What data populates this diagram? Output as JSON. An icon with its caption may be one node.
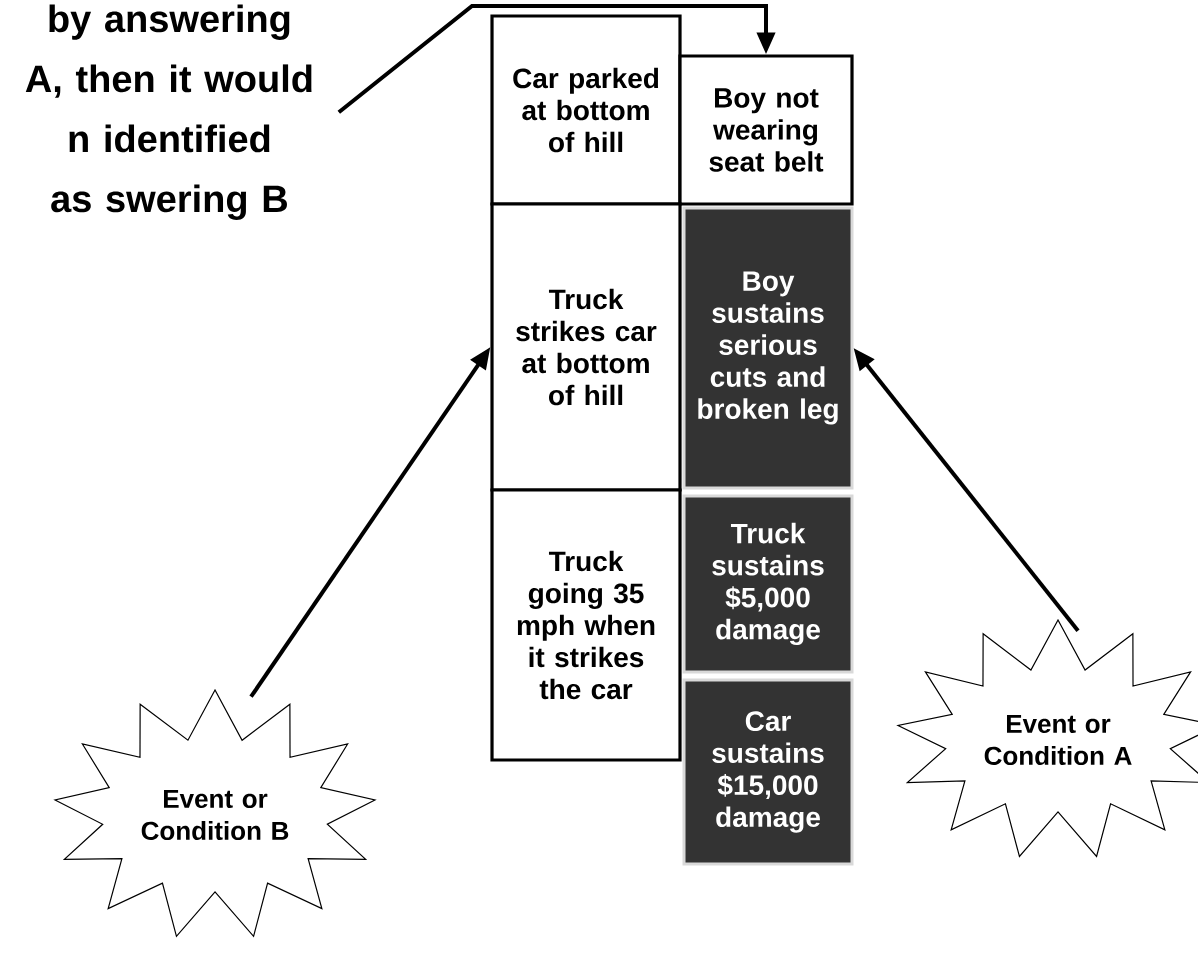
{
  "diagram": {
    "nodes": [
      {
        "text": [
          "by answering A, then it would n identified as swering B"
        ]
      },
      {
        "text": [
          "Car parked at bottom of hill"
        ]
      },
      {
        "text": [
          "Boy not wearing seat belt"
        ]
      },
      {
        "text": [
          "Truck strikes car at bottom of hill"
        ]
      },
      {
        "text": [
          "Boy sustains serious cuts and broken leg"
        ]
      },
      {
        "text": [
          "Truck going 35 mph when it strikes the car"
        ]
      },
      {
        "text": [
          "Truck sustains $5,000 damage"
        ]
      },
      {
        "text": [
          "Car sustains $15,000 damage"
        ]
      },
      {
        "text": [
          "Event or Condition A"
        ]
      },
      {
        "text": [
          "Event or Condition B"
        ]
      }
    ],
    "edges": [
      {
        "from": 0,
        "to": 2,
        "arrow": "to"
      },
      {
        "from": 9,
        "to": 3,
        "arrow": "to"
      },
      {
        "from": 8,
        "to": 4,
        "arrow": "to"
      }
    ]
  }
}
